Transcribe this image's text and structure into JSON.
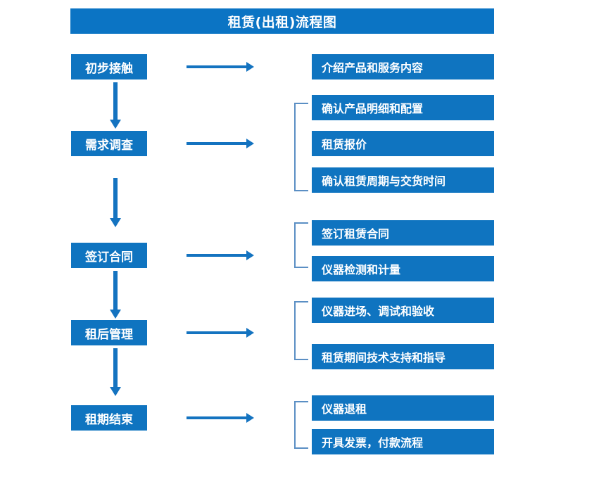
{
  "diagram": {
    "title": "租赁(出租)流程图",
    "colors": {
      "title_bar": "#0b74c4",
      "box": "#0f74c0",
      "arrow": "#1473c0",
      "bracket": "#5b8fc4",
      "background": "#ffffff",
      "text": "#ffffff"
    },
    "stages": [
      {
        "id": "stage-1",
        "label": "初步接触",
        "details": [
          "介绍产品和服务内容"
        ],
        "has_bracket": false,
        "has_arrow_to_next": true
      },
      {
        "id": "stage-2",
        "label": "需求调查",
        "details": [
          "确认产品明细和配置",
          "租赁报价",
          "确认租赁周期与交货时间"
        ],
        "has_bracket": true,
        "has_arrow_to_next": true
      },
      {
        "id": "stage-3",
        "label": "签订合同",
        "details": [
          "签订租赁合同",
          "仪器检测和计量"
        ],
        "has_bracket": true,
        "has_arrow_to_next": true
      },
      {
        "id": "stage-4",
        "label": "租后管理",
        "details": [
          "仪器进场、调试和验收",
          "租赁期间技术支持和指导"
        ],
        "has_bracket": true,
        "has_arrow_to_next": true
      },
      {
        "id": "stage-5",
        "label": "租期结束",
        "details": [
          "仪器退租",
          "开具发票，付款流程"
        ],
        "has_bracket": true,
        "has_arrow_to_next": false
      }
    ],
    "detail_boxes": [
      "介绍产品和服务内容",
      "确认产品明细和配置",
      "租赁报价",
      "确认租赁周期与交货时间",
      "签订租赁合同",
      "仪器检测和计量",
      "仪器进场、调试和验收",
      "租赁期间技术支持和指导",
      "仪器退租",
      "开具发票，付款流程"
    ]
  }
}
